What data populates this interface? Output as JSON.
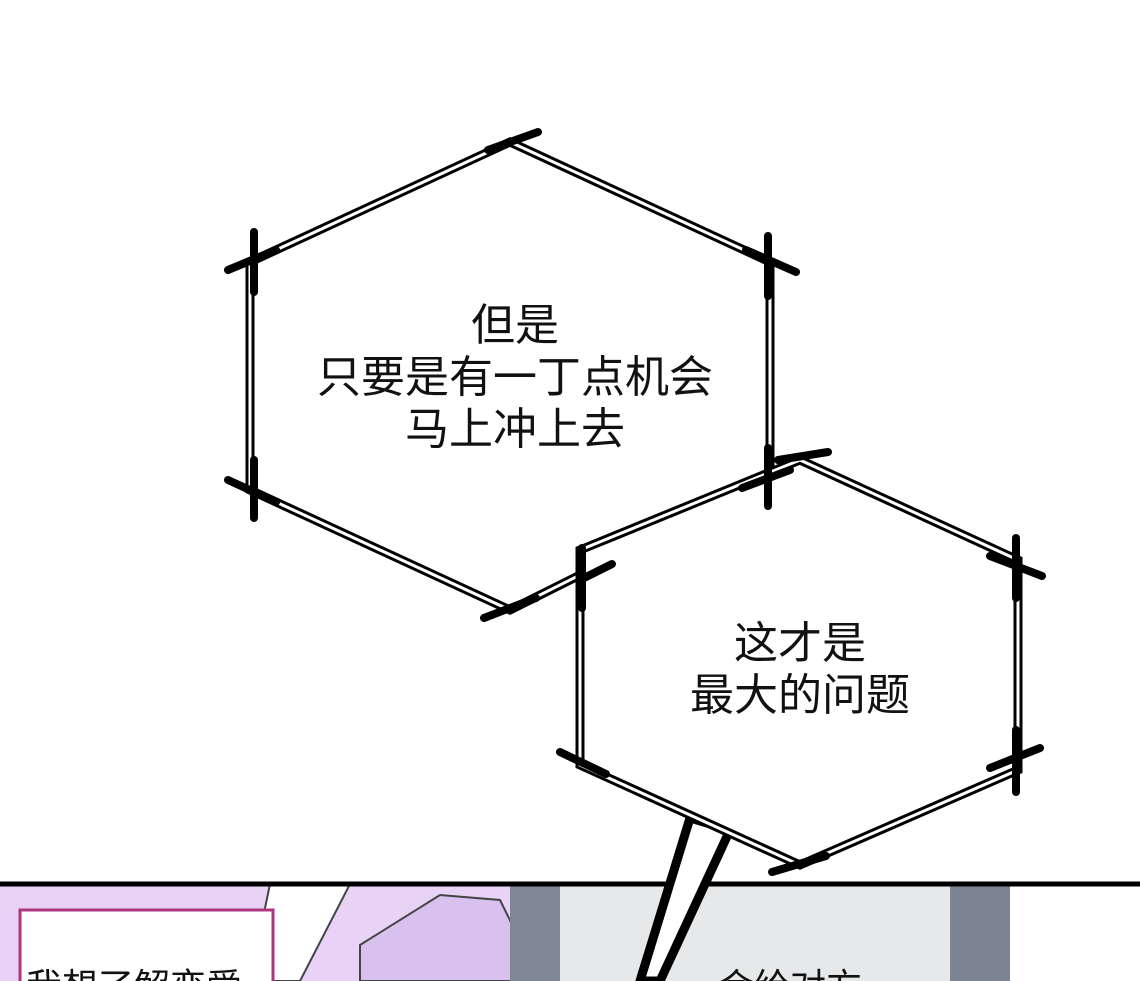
{
  "bubble_1": {
    "lines": [
      "但是",
      "只要是有一丁点机会",
      "马上冲上去"
    ]
  },
  "bubble_2": {
    "lines": [
      "这才是",
      "最大的问题"
    ]
  },
  "lower_panel": {
    "caption_left": "我想了解恋爱",
    "caption_right": "会给对方"
  },
  "colors": {
    "accent_frame": "#b0357f",
    "lavender": "#e5ccf5",
    "gray": "#8c96a2"
  }
}
